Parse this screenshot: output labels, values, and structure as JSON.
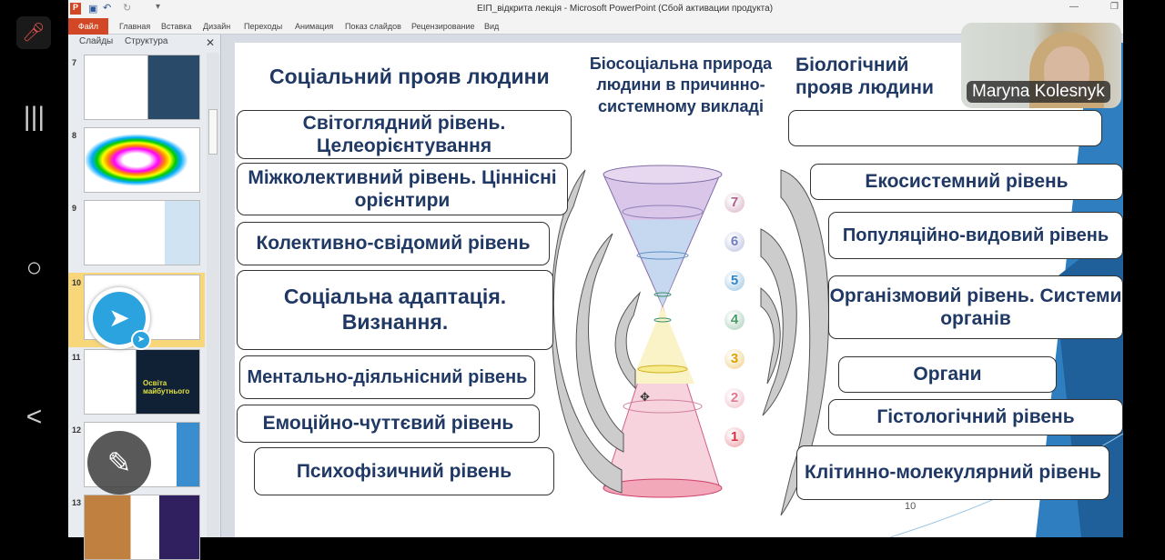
{
  "window": {
    "title": "ЕІП_відкрита лекція  -  Microsoft PowerPoint (Сбой активации продукта)"
  },
  "ribbon": {
    "tabs": [
      "Файл",
      "Главная",
      "Вставка",
      "Дизайн",
      "Переходы",
      "Анимация",
      "Показ слайдов",
      "Рецензирование",
      "Вид"
    ]
  },
  "pane": {
    "tabs": [
      "Слайды",
      "Структура"
    ],
    "close": "✕",
    "thumbs": [
      {
        "num": "7"
      },
      {
        "num": "8"
      },
      {
        "num": "9"
      },
      {
        "num": "10"
      },
      {
        "num": "11"
      },
      {
        "num": "12"
      },
      {
        "num": "13"
      }
    ],
    "thumb11_text": "Освіта майбутнього"
  },
  "slide": {
    "left_title": "Соціальний прояв людини",
    "center_title": "Біосоціальна природа людини в причинно-системному викладі",
    "right_title": "Біологічний прояв людини",
    "left_boxes": [
      "Світоглядний рівень. Целеорієнтування",
      "Міжколективний рівень. Ціннісні орієнтири",
      "Колективно-свідомий рівень",
      "Соціальна адаптація. Визнання.",
      "Ментально-діяльнісний рівень",
      "Емоційно-чуттєвий рівень",
      "Психофізичний рівень"
    ],
    "right_boxes": [
      "",
      "Екосистемний рівень",
      "Популяційно-видовий рівень",
      "Організмовий рівень. Системи органів",
      "Органи",
      "Гістологічний рівень",
      "Клітинно-молекулярний рівень"
    ],
    "levels": [
      "7",
      "6",
      "5",
      "4",
      "3",
      "2",
      "1"
    ],
    "level_colors": [
      "#b0608a",
      "#6f7fc0",
      "#2f86c8",
      "#4a9a6a",
      "#e0a000",
      "#e07a90",
      "#d83040"
    ],
    "page_number": "10"
  },
  "video": {
    "participant_name": "Maryna Kolesnyk"
  }
}
